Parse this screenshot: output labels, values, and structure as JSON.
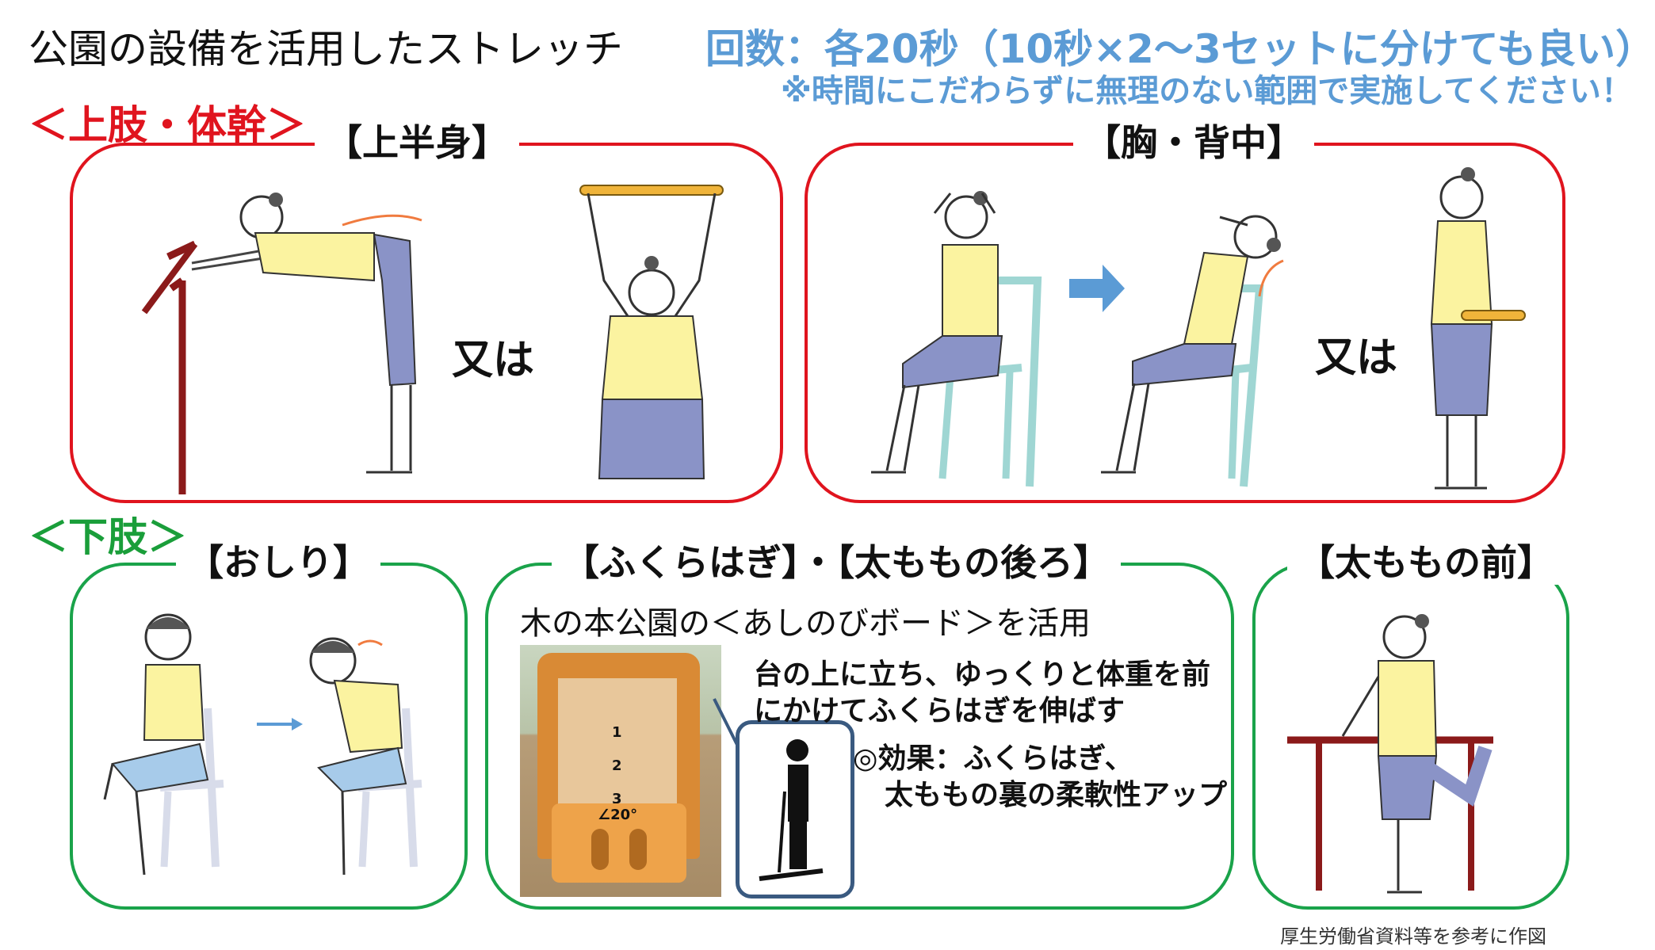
{
  "title": "公園の設備を活用したストレッチ",
  "reps": "回数：各20秒（10秒×2～3セットに分けても良い）",
  "note": "※時間にこだわらずに無理のない範囲で実施してください！",
  "upper_section": "＜上肢・体幹＞",
  "lower_section": "＜下肢＞",
  "panels": {
    "upper_body": {
      "label": "【上半身】",
      "or_text": "又は"
    },
    "chest_back": {
      "label": "【胸・背中】",
      "or_text": "又は"
    },
    "buttocks": {
      "label": "【おしり】"
    },
    "calf_hamstring": {
      "label": "【ふくらはぎ】・【太ももの後ろ】",
      "subtitle": "木の本公園の＜あしのびボード＞を活用",
      "instruction_line1": "台の上に立ち、ゆっくりと体重を前",
      "instruction_line2": "にかけてふくらはぎを伸ばす",
      "effect_line1": "◎効果：ふくらはぎ、",
      "effect_line2": "太ももの裏の柔軟性アップ",
      "board_numbers": [
        "1",
        "2",
        "3"
      ],
      "board_angle": "∠20°"
    },
    "front_thigh": {
      "label": "【太ももの前】"
    }
  },
  "credit": "厚生労働省資料等を参考に作図",
  "colors": {
    "red": "#e0141e",
    "green": "#1aa34a",
    "blue": "#5b9bd5",
    "shirt": "#fbf3a0",
    "pants": "#8a93c7",
    "chair": "#9fd6d3",
    "bar": "#8b1a1a",
    "band": "#f0b43a"
  }
}
